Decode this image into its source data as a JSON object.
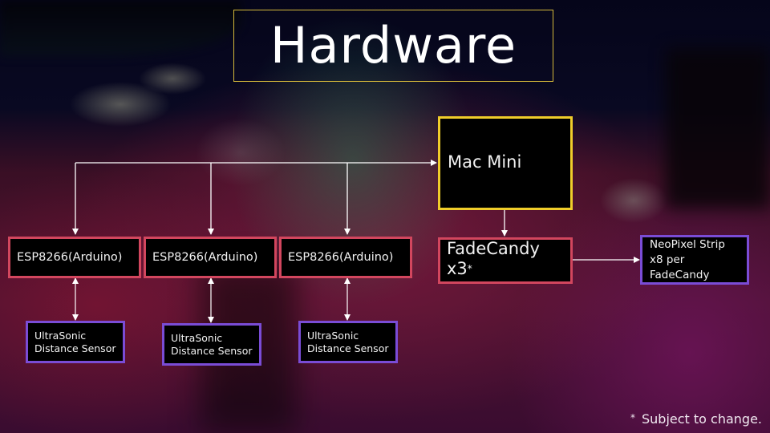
{
  "slide": {
    "title": "Hardware",
    "footnote_marker": "*",
    "footnote": "Subject to change."
  },
  "nodes": {
    "mac_mini": {
      "label": "Mac Mini",
      "border_color": "#f0cd2a"
    },
    "fadecandy": {
      "line1": "FadeCandy",
      "line2": "x3",
      "marker": "*",
      "border_color": "#d2465e"
    },
    "neopixel": {
      "line1": "NeoPixel Strip",
      "line2": "x8 per",
      "line3": "FadeCandy",
      "border_color": "#7a4cd6"
    },
    "controllers": [
      {
        "label": "ESP8266(Arduino)"
      },
      {
        "label": "ESP8266(Arduino)"
      },
      {
        "label": "ESP8266(Arduino)"
      }
    ],
    "sensors": [
      {
        "line1": "UltraSonic",
        "line2": "Distance Sensor"
      },
      {
        "line1": "UltraSonic",
        "line2": "Distance Sensor"
      },
      {
        "line1": "UltraSonic",
        "line2": "Distance Sensor"
      }
    ]
  },
  "connections": [
    {
      "from": "controllers",
      "to": "mac_mini",
      "type": "bus-arrow"
    },
    {
      "from": "mac_mini",
      "to": "fadecandy",
      "type": "arrow"
    },
    {
      "from": "fadecandy",
      "to": "neopixel",
      "type": "arrow"
    },
    {
      "from": "controllers.0",
      "to": "sensors.0",
      "type": "bidirectional"
    },
    {
      "from": "controllers.1",
      "to": "sensors.1",
      "type": "bidirectional"
    },
    {
      "from": "controllers.2",
      "to": "sensors.2",
      "type": "bidirectional"
    }
  ],
  "colors": {
    "title_border": "#d4b83a",
    "controller_border": "#d2465e",
    "sensor_border": "#7a4cd6",
    "connector": "#ffffff"
  }
}
